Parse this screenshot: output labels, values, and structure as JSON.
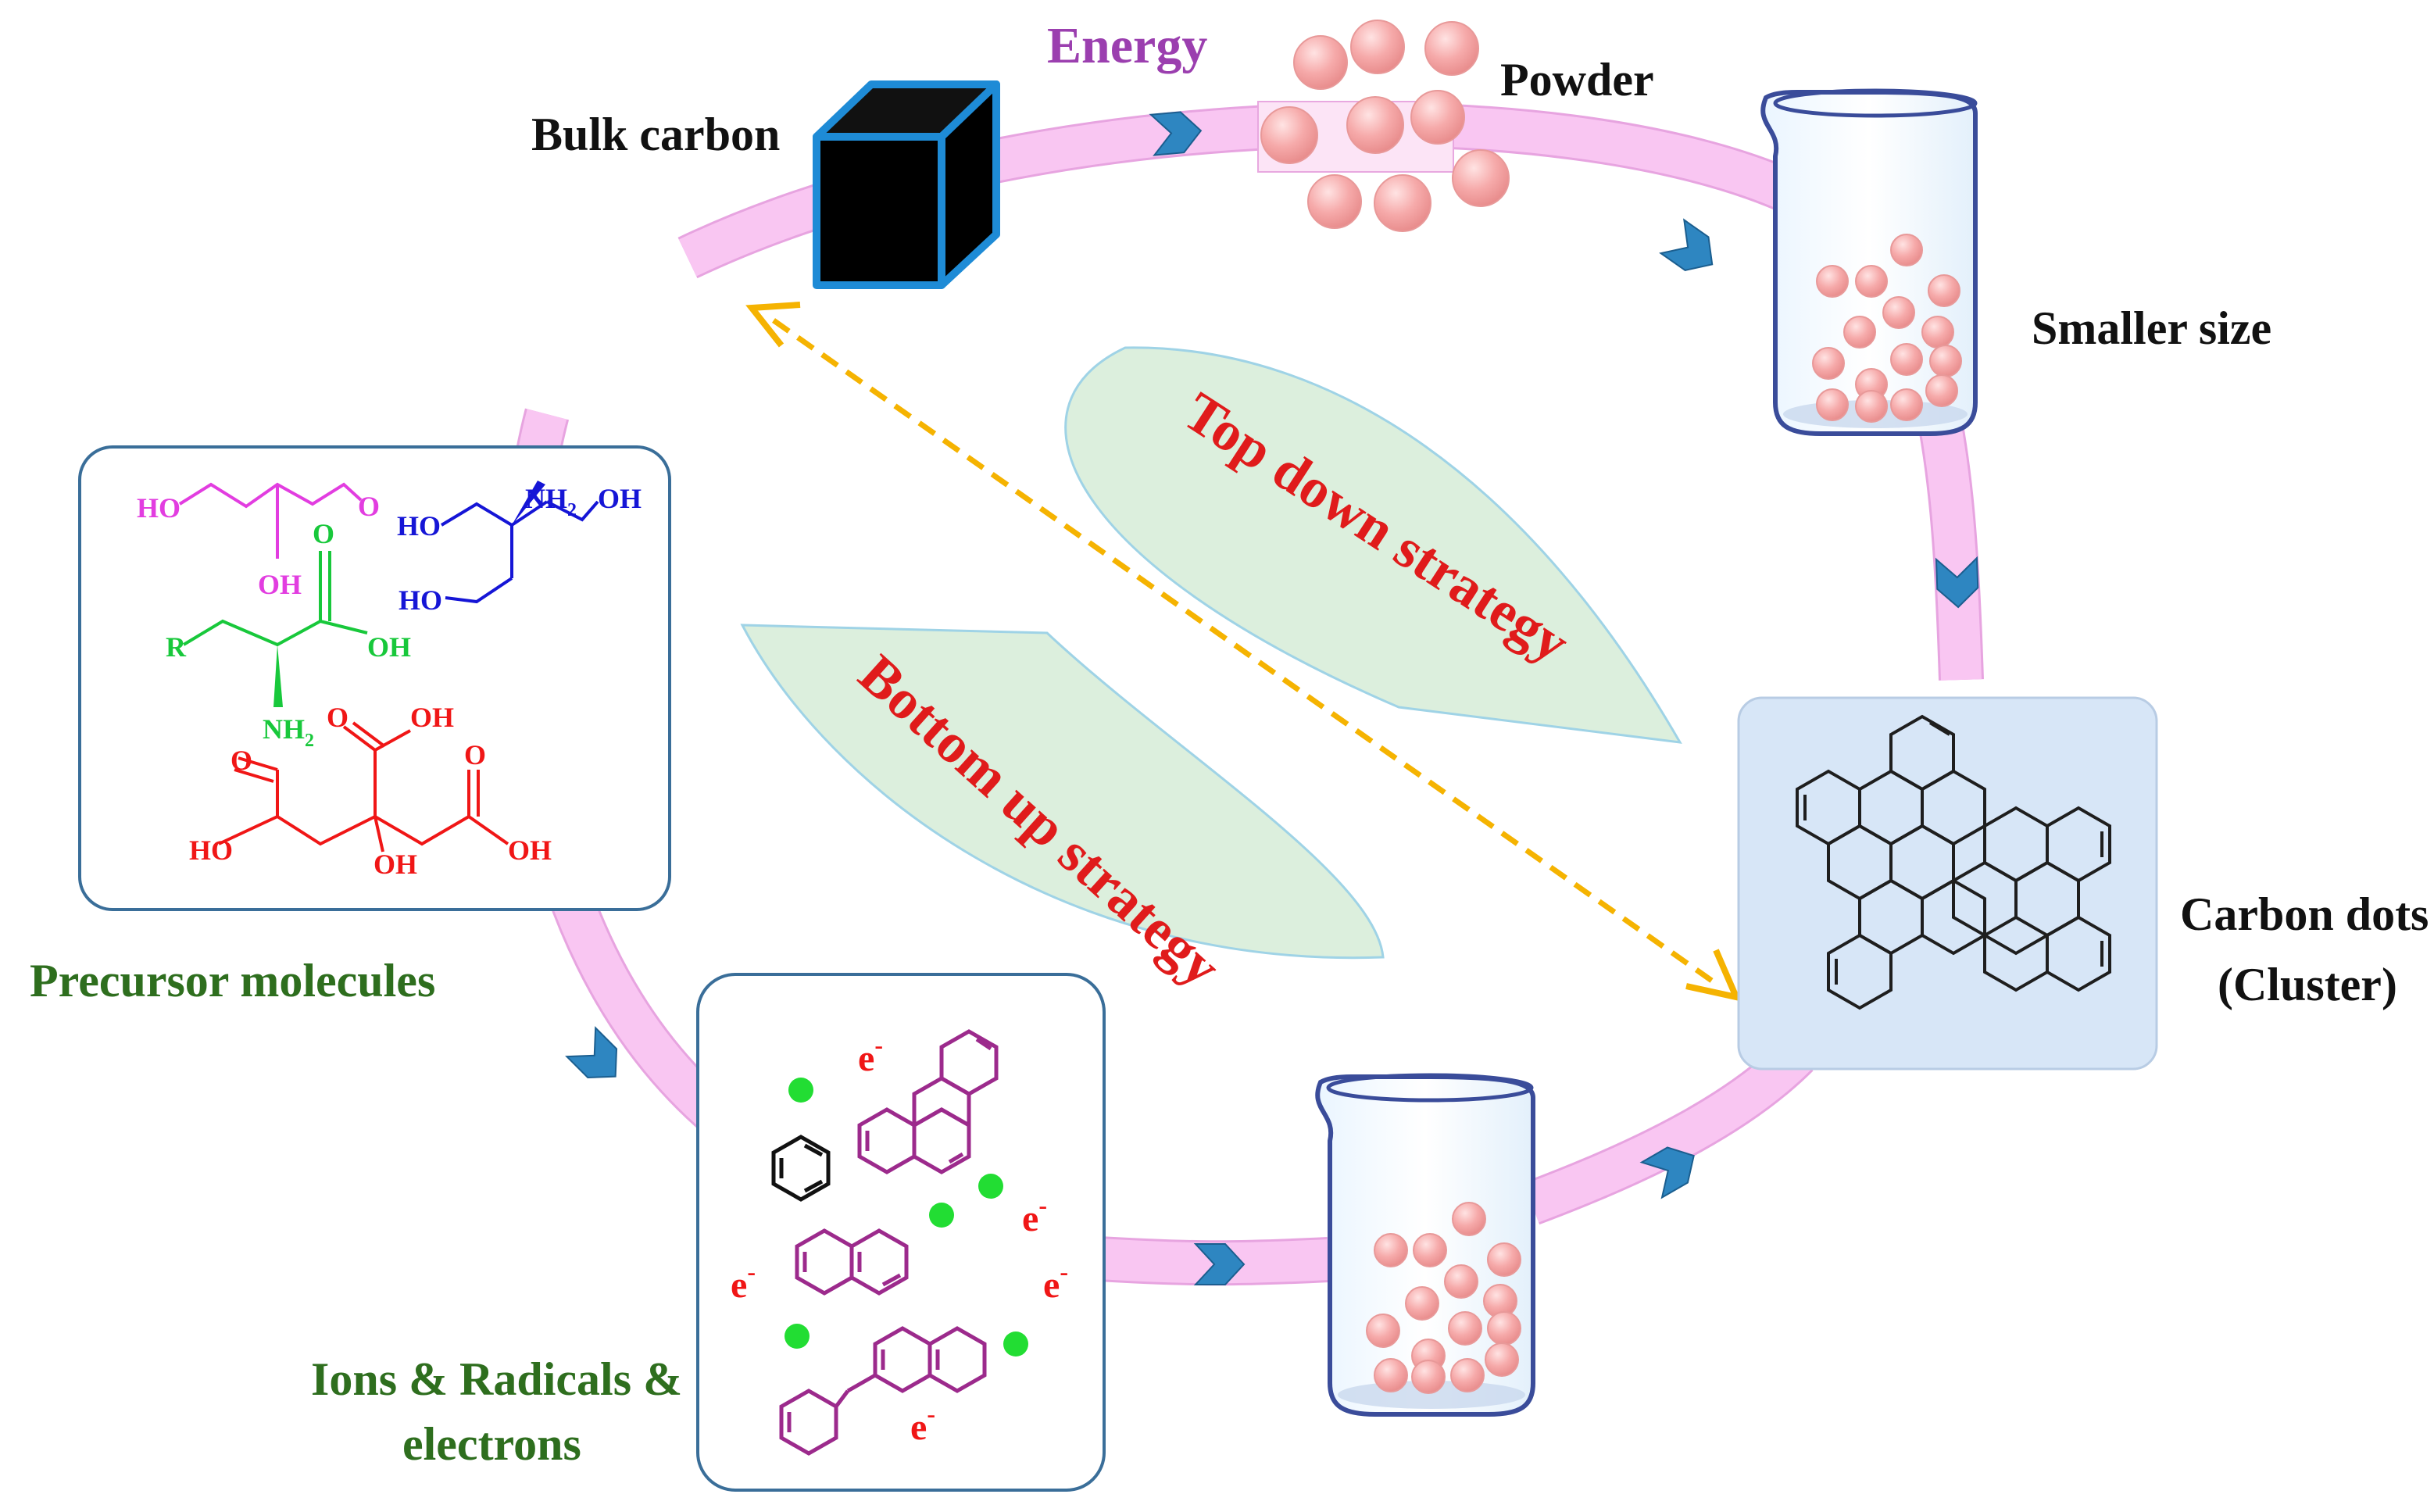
{
  "labels": {
    "energy": "Energy",
    "powder": "Powder",
    "bulk_carbon": "Bulk carbon",
    "smaller_size": "Smaller size",
    "carbon_dots_line1": "Carbon dots",
    "carbon_dots_line2": "(Cluster)",
    "precursor_molecules": "Precursor molecules",
    "ions_line1": "Ions & Radicals &",
    "ions_line2": "electrons",
    "top_down": "Top down strategy",
    "bottom_up": "Bottom up strategy"
  },
  "chem": {
    "glycerol_ho1": "HO",
    "glycerol_oh": "OH",
    "glycerol_o": "O",
    "tris_ho1": "HO",
    "tris_nh2": "NH",
    "tris_sub2": "2",
    "tris_oh": "OH",
    "tris_ho2": "HO",
    "aa_oh_top": "O",
    "aa_oh": "OH",
    "aa_r": "R",
    "aa_nh2": "NH",
    "aa_sub2": "2",
    "ca_oh_top": "OH",
    "ca_o_top": "O",
    "ca_o_left": "O",
    "ca_o_right": "O",
    "ca_ho_left": "HO",
    "ca_oh_mid": "OH",
    "ca_oh_right": "OH",
    "electron": "e",
    "electron_sup": "-"
  },
  "colors": {
    "ring_pink": "#F9C6F2",
    "ring_outline": "#E7A4E0",
    "chevron": "#2E86C1",
    "cube": "#000000",
    "cube_edge": "#1E8BD6",
    "particle": "#F4A7A7",
    "leaf": "#DCEFDD",
    "dashed_arrow": "#F5B301",
    "energy_text": "#9B3FAF",
    "strategy_text": "#E01B1B",
    "green_label": "#2E6E1E",
    "box_border": "#3A6E99",
    "cluster_box": "#D7E6F7",
    "magenta": "#E23DE0",
    "blue": "#1515D6",
    "green": "#18C83B",
    "red": "#F01616",
    "purple": "#9C2A8C",
    "dot_green": "#22DD33"
  }
}
